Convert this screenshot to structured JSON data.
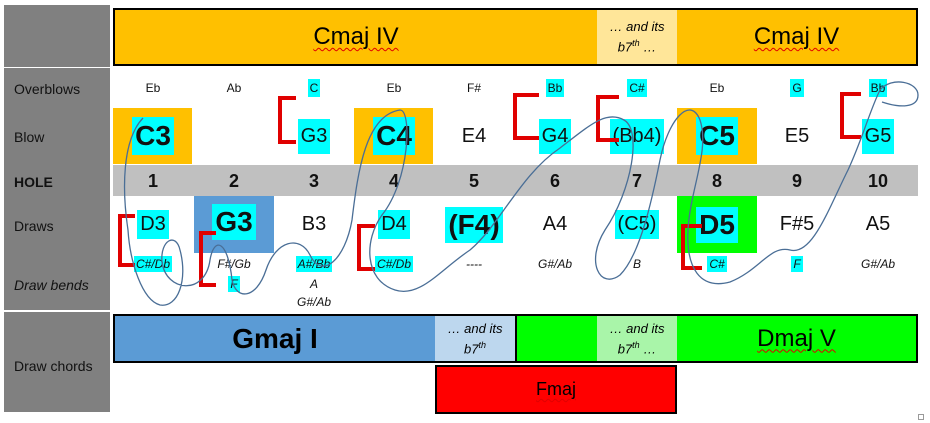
{
  "labels": {
    "overblows": "Overblows",
    "blow": "Blow",
    "hole": "HOLE",
    "draws": "Draws",
    "draw_bends": "Draw bends",
    "draw_chords": "Draw chords"
  },
  "blow_chords": {
    "left": "Cmaj IV",
    "middle_line1": "… and its",
    "middle_line2": "b7",
    "middle_sup": "th",
    "middle_tail": " …",
    "right": "Cmaj IV"
  },
  "draw_chords": {
    "gmaj": "Gmaj I",
    "mid1_line1": "… and its",
    "mid1_line2": "b7",
    "mid1_sup": "th",
    "mid2_line1": "… and its",
    "mid2_line2": "b7",
    "mid2_sup": "th",
    "mid2_tail": " …",
    "dmaj": "Dmaj V",
    "fmaj": "Fmaj"
  },
  "overblows": [
    "Eb",
    "Ab",
    "C",
    "Eb",
    "F#",
    "Bb",
    "C#",
    "Eb",
    "G",
    "Bb"
  ],
  "blow": [
    "C3",
    "",
    "G3",
    "C4",
    "E4",
    "G4",
    "(Bb4)",
    "C5",
    "E5",
    "G5"
  ],
  "holes": [
    "1",
    "2",
    "3",
    "4",
    "5",
    "6",
    "7",
    "8",
    "9",
    "10"
  ],
  "draws": [
    "D3",
    "G3",
    "B3",
    "D4",
    "(F4)",
    "A4",
    "(C5)",
    "D5",
    "F#5",
    "A5"
  ],
  "bends_line1": [
    "C#/Db",
    "F#/Gb",
    "A#/Bb",
    "C#/Db",
    "----",
    "G#/Ab",
    "B",
    "C#",
    "F",
    "G#/Ab"
  ],
  "bends_line2": [
    "",
    "F",
    "A",
    "",
    "",
    "",
    "",
    "",
    "",
    ""
  ],
  "bends_line3": [
    "",
    "",
    "G#/Ab",
    "",
    "",
    "",
    "",
    "",
    "",
    ""
  ],
  "colors": {
    "orange": "#ffc000",
    "pale_orange": "#ffe699",
    "blue": "#5b9bd5",
    "pale_blue": "#bdd7ee",
    "green": "#00ff00",
    "pale_green": "#a9f5a9",
    "red": "#ff0000",
    "cyan": "#00ffff",
    "grey": "#808080",
    "light_grey": "#c0c0c0",
    "bracket_red": "#e00000",
    "curve_blue": "#4a6e96"
  }
}
